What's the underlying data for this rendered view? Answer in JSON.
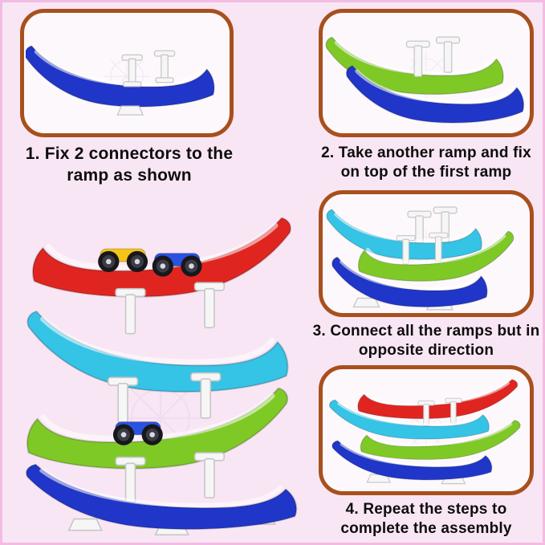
{
  "page": {
    "background": "#f9e6f4",
    "frame_border": "#f2bce2"
  },
  "colors": {
    "panel_border": "#a8501d",
    "blue": "#2036c8",
    "green": "#7ec926",
    "cyan": "#35c3e6",
    "red": "#e02520",
    "white_part": "#f6f6f6",
    "car_yellow": "#f4c514",
    "car_blue": "#2a52e0",
    "text": "#0d0d0d"
  },
  "steps": [
    {
      "caption": "1. Fix 2 connectors to the ramp as shown"
    },
    {
      "caption": "2. Take another ramp and fix on top of the first ramp"
    },
    {
      "caption": "3. Connect all the ramps but in opposite direction"
    },
    {
      "caption": "4. Repeat the steps to complete the assembly"
    }
  ]
}
